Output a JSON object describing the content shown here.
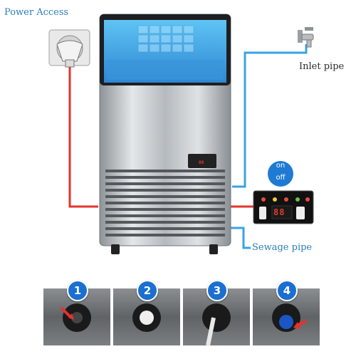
{
  "labels": {
    "power": "Power Access",
    "inlet": "Inlet pipe",
    "sewage": "Sewage pipe",
    "on": "on",
    "off": "off",
    "panel_display": "88",
    "small_display": "88"
  },
  "steps": [
    "1",
    "2",
    "3",
    "4"
  ],
  "colors": {
    "label_blue": "#2a7fb8",
    "power_line": "#e2342c",
    "water_line": "#3aa2e6",
    "badge": "#1a6fd1",
    "display_red": "#e33b2b"
  },
  "icons": [
    "power-socket-icon",
    "faucet-icon",
    "control-panel-icon",
    "ice-machine-icon"
  ]
}
